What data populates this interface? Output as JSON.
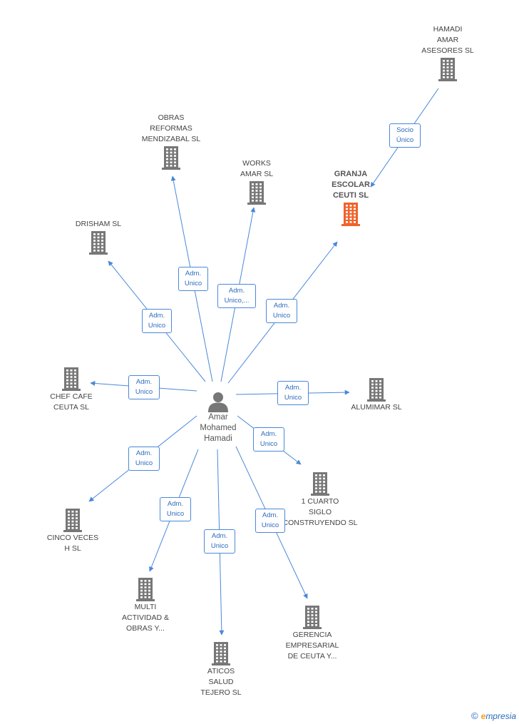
{
  "colors": {
    "edge": "#4a88d8",
    "building": "#777777",
    "focus_building": "#f0622a"
  },
  "person": {
    "name": "Amar\nMohamed\nHamadi",
    "icon": "person-icon"
  },
  "companies": [
    {
      "id": "hamadi",
      "label": "HAMADI\nAMAR\nASESORES  SL"
    },
    {
      "id": "granja",
      "label": "GRANJA\nESCOLAR\nCEUTI SL",
      "focus": true
    },
    {
      "id": "obras",
      "label": "OBRAS\nREFORMAS\nMENDIZABAL SL"
    },
    {
      "id": "works",
      "label": "WORKS\nAMAR SL"
    },
    {
      "id": "drisham",
      "label": "DRISHAM SL"
    },
    {
      "id": "chef",
      "label": "CHEF CAFE\nCEUTA SL"
    },
    {
      "id": "alumimar",
      "label": "ALUMIMAR  SL"
    },
    {
      "id": "cuarto",
      "label": "1 CUARTO\nSIGLO\nCONSTRUYENDO SL"
    },
    {
      "id": "cinco",
      "label": "CINCO VECES\nH  SL"
    },
    {
      "id": "multi",
      "label": "MULTI\nACTIVIDAD &\nOBRAS Y..."
    },
    {
      "id": "aticos",
      "label": "ATICOS\nSALUD\nTEJERO SL"
    },
    {
      "id": "gerencia",
      "label": "GERENCIA\nEMPRESARIAL\nDE CEUTA Y..."
    }
  ],
  "relations": [
    {
      "id": "r-hamadi",
      "label": "Socio\nÚnico"
    },
    {
      "id": "r-obras",
      "label": "Adm.\nUnico"
    },
    {
      "id": "r-works",
      "label": "Adm.\nUnico,..."
    },
    {
      "id": "r-granja",
      "label": "Adm.\nUnico"
    },
    {
      "id": "r-drisham",
      "label": "Adm.\nUnico"
    },
    {
      "id": "r-chef",
      "label": "Adm.\nUnico"
    },
    {
      "id": "r-alumimar",
      "label": "Adm.\nUnico"
    },
    {
      "id": "r-cuarto",
      "label": "Adm.\nUnico"
    },
    {
      "id": "r-cinco",
      "label": "Adm.\nUnico"
    },
    {
      "id": "r-multi",
      "label": "Adm.\nUnico"
    },
    {
      "id": "r-aticos",
      "label": "Adm.\nUnico"
    },
    {
      "id": "r-gerencia",
      "label": "Adm.\nUnico"
    }
  ],
  "footer": {
    "copyright": "©",
    "brand_e": "e",
    "brand_rest": "mpresia"
  }
}
